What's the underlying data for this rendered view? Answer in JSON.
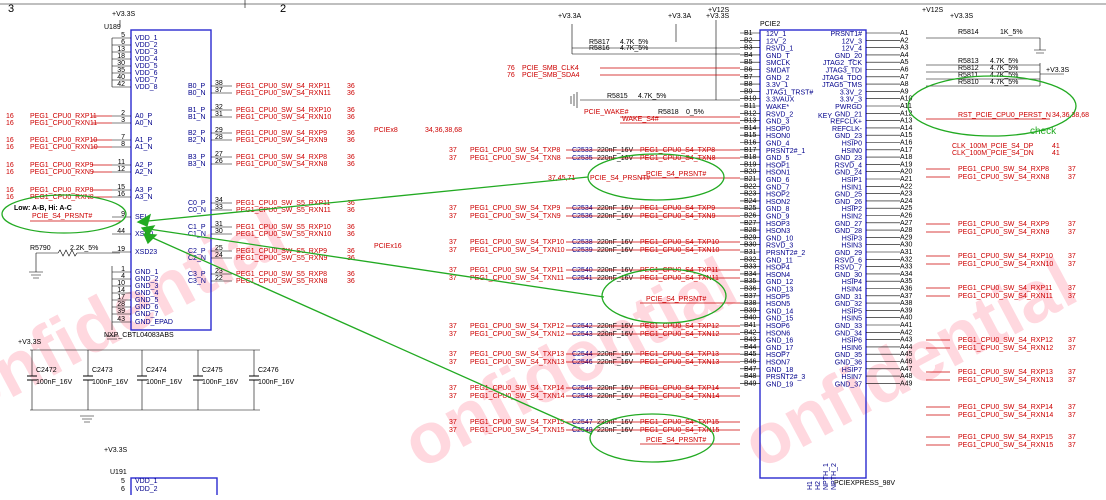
{
  "grid": {
    "col_left": "3",
    "col_right": "2"
  },
  "power": {
    "v33": "+V3.3S",
    "v33a": "+V3.3A",
    "v12": "+V12S"
  },
  "u189": {
    "ref": "U189",
    "part": "NXP_CBTL04083ABS",
    "left_pins": [
      {
        "num": "5",
        "name": "VDD_1"
      },
      {
        "num": "6",
        "name": "VDD_2"
      },
      {
        "num": "13",
        "name": "VDD_3"
      },
      {
        "num": "18",
        "name": "VDD_4"
      },
      {
        "num": "30",
        "name": "VDD_5"
      },
      {
        "num": "35",
        "name": "VDD_6"
      },
      {
        "num": "40",
        "name": "VDD_7"
      },
      {
        "num": "42",
        "name": "VDD_8"
      },
      {
        "num": "2",
        "name": "A0_P"
      },
      {
        "num": "3",
        "name": "A0_N"
      },
      {
        "num": "7",
        "name": "A1_P"
      },
      {
        "num": "8",
        "name": "A1_N"
      },
      {
        "num": "11",
        "name": "A2_P"
      },
      {
        "num": "12",
        "name": "A2_N"
      },
      {
        "num": "15",
        "name": "A3_P"
      },
      {
        "num": "16",
        "name": "A3_N"
      },
      {
        "num": "9",
        "name": "SEL"
      },
      {
        "num": "44",
        "name": "XSD0"
      },
      {
        "num": "19",
        "name": "XSD23"
      },
      {
        "num": "1",
        "name": "GND_1"
      },
      {
        "num": "4",
        "name": "GND_2"
      },
      {
        "num": "10",
        "name": "GND_3"
      },
      {
        "num": "14",
        "name": "GND_4"
      },
      {
        "num": "17",
        "name": "GND_5"
      },
      {
        "num": "28",
        "name": "GND_6"
      },
      {
        "num": "39",
        "name": "GND_7"
      },
      {
        "num": "43",
        "name": "GND_EPAD"
      }
    ],
    "right_pins": [
      {
        "num": "38",
        "name": "B0_P",
        "net": "PEG1_CPU0_SW_S4_RXP11",
        "ref": "36"
      },
      {
        "num": "37",
        "name": "B0_N",
        "net": "PEG1_CPU0_SW_S4_RXN11",
        "ref": "36"
      },
      {
        "num": "32",
        "name": "B1_P",
        "net": "PEG1_CPU0_SW_S4_RXP10",
        "ref": "36"
      },
      {
        "num": "31",
        "name": "B1_N",
        "net": "PEG1_CPU0_SW_S4_RXN10",
        "ref": "36"
      },
      {
        "num": "29",
        "name": "B2_P",
        "net": "PEG1_CPU0_SW_S4_RXP9",
        "ref": "36"
      },
      {
        "num": "28",
        "name": "B2_N",
        "net": "PEG1_CPU0_SW_S4_RXN9",
        "ref": "36"
      },
      {
        "num": "27",
        "name": "B3_P",
        "net": "PEG1_CPU0_SW_S4_RXP8",
        "ref": "36"
      },
      {
        "num": "26",
        "name": "B3_N",
        "net": "PEG1_CPU0_SW_S4_RXN8",
        "ref": "36"
      },
      {
        "num": "34",
        "name": "C0_P",
        "net": "PEG1_CPU0_SW_S5_RXP11",
        "ref": "36"
      },
      {
        "num": "33",
        "name": "C0_N",
        "net": "PEG1_CPU0_SW_S5_RXN11",
        "ref": "36"
      },
      {
        "num": "31",
        "name": "C1_P",
        "net": "PEG1_CPU0_SW_S5_RXP10",
        "ref": "36"
      },
      {
        "num": "30",
        "name": "C1_N",
        "net": "PEG1_CPU0_SW_S5_RXN10",
        "ref": "36"
      },
      {
        "num": "25",
        "name": "C2_P",
        "net": "PEG1_CPU0_SW_S5_RXP9",
        "ref": "36"
      },
      {
        "num": "24",
        "name": "C2_N",
        "net": "PEG1_CPU0_SW_S5_RXN9",
        "ref": "36"
      },
      {
        "num": "23",
        "name": "C3_P",
        "net": "PEG1_CPU0_SW_S5_RXP8",
        "ref": "36"
      },
      {
        "num": "22",
        "name": "C3_N",
        "net": "PEG1_CPU0_SW_S5_RXN8",
        "ref": "36"
      }
    ],
    "left_nets": [
      {
        "ref": "16",
        "net": "PEG1_CPU0_RXP11"
      },
      {
        "ref": "16",
        "net": "PEG1_CPU0_RXN11"
      },
      {
        "ref": "16",
        "net": "PEG1_CPU0_RXP10"
      },
      {
        "ref": "16",
        "net": "PEG1_CPU0_RXN10"
      },
      {
        "ref": "16",
        "net": "PEG1_CPU0_RXP9"
      },
      {
        "ref": "16",
        "net": "PEG1_CPU0_RXN9"
      },
      {
        "ref": "16",
        "net": "PEG1_CPU0_RXP8"
      },
      {
        "ref": "16",
        "net": "PEG1_CPU0_RXN8"
      }
    ],
    "sel_note": "Low: A-B, Hi: A-C",
    "sel_net": "PCIE_S4_PRSNT#",
    "res": {
      "ref": "R5790",
      "val": "2.2K_5%"
    },
    "pciex8": "PCIEx8",
    "pciex16": "PCIEx16",
    "ref_list": "34,36,38,68"
  },
  "caps": [
    {
      "ref": "C2472",
      "val": "100nF_16V"
    },
    {
      "ref": "C2473",
      "val": "100nF_16V"
    },
    {
      "ref": "C2474",
      "val": "100nF_16V"
    },
    {
      "ref": "C2475",
      "val": "100nF_16V"
    },
    {
      "ref": "C2476",
      "val": "100nF_16V"
    }
  ],
  "u191": {
    "ref": "U191",
    "pins": [
      {
        "num": "5",
        "name": "VDD_1"
      },
      {
        "num": "6",
        "name": "VDD_2"
      }
    ]
  },
  "pcie2": {
    "ref": "PCIE2",
    "part": "PCIEXPRESS_98V",
    "key": "KEY",
    "b_side": [
      "12V_1",
      "12V_2",
      "RSVD_1",
      "GND_T",
      "SMCLK",
      "SMDAT",
      "GND_2",
      "3.3V_1",
      "JTAG1_TRST#",
      "3.3VAUX",
      "WAKE*",
      "RSVD_2",
      "GND_3",
      "HSOP0",
      "HSON0",
      "GND_4",
      "PRSNT2#_1",
      "GND_5",
      "HSOP1",
      "HSON1",
      "GND_6",
      "GND_7",
      "HSOP2",
      "HSON2",
      "GND_8",
      "GND_9",
      "HSOP3",
      "HSON3",
      "GND_10",
      "RSVD_3",
      "PRSNT2#_2",
      "GND_11",
      "HSOP4",
      "HSON4",
      "GND_12",
      "GND_13",
      "HSOP5",
      "HSON5",
      "GND_14",
      "GND_15",
      "HSOP6",
      "HSON6",
      "GND_16",
      "GND_17",
      "HSOP7",
      "HSON7",
      "GND_18",
      "PRSNT2#_3",
      "GND_19"
    ],
    "b_nums": [
      "B1",
      "B2",
      "B3",
      "B4",
      "B5",
      "B6",
      "B7",
      "B8",
      "B9",
      "B10",
      "B11",
      "B12",
      "B13",
      "B14",
      "B15",
      "B16",
      "B17",
      "B18",
      "B19",
      "B20",
      "B21",
      "B22",
      "B23",
      "B24",
      "B25",
      "B26",
      "B27",
      "B28",
      "B29",
      "B30",
      "B31",
      "B32",
      "B33",
      "B34",
      "B35",
      "B36",
      "B37",
      "B38",
      "B39",
      "B40",
      "B41",
      "B42",
      "B43",
      "B44",
      "B45",
      "B46",
      "B47",
      "B48",
      "B49"
    ],
    "a_side": [
      "PRSNT1#",
      "12V_3",
      "12V_4",
      "GND_20",
      "JTAG2_TCK",
      "JTAG3_TDI",
      "JTAG4_TDO",
      "JTAG5_TMS",
      "3.3V_2",
      "3.3V_3",
      "PWRGD",
      "GND_21",
      "REFCLK+",
      "REFCLK-",
      "GND_23",
      "HSIP0",
      "HSIN0",
      "GND_23",
      "RSVD_4",
      "GND_24",
      "HSIP1",
      "HSIN1",
      "GND_25",
      "GND_26",
      "HSIP2",
      "HSIN2",
      "GND_27",
      "GND_28",
      "HSIP3",
      "HSIN3",
      "GND_29",
      "RSVD_6",
      "RSVD_7",
      "GND_30",
      "HSIP4",
      "HSIN4",
      "GND_31",
      "GND_32",
      "HSIP5",
      "HSIN5",
      "GND_33",
      "GND_34",
      "HSIP6",
      "HSIN6",
      "GND_35",
      "GND_36",
      "HSIP7",
      "HSIN7",
      "GND_37"
    ],
    "a_nums": [
      "A1",
      "A2",
      "A3",
      "A4",
      "A5",
      "A6",
      "A7",
      "A8",
      "A9",
      "A10",
      "A11",
      "A12",
      "A13",
      "A14",
      "A15",
      "A16",
      "A17",
      "A18",
      "A19",
      "A20",
      "A21",
      "A22",
      "A23",
      "A24",
      "A25",
      "A26",
      "A27",
      "A28",
      "A29",
      "A30",
      "A31",
      "A32",
      "A33",
      "A34",
      "A35",
      "A36",
      "A37",
      "A38",
      "A39",
      "A40",
      "A41",
      "A42",
      "A43",
      "A44",
      "A45",
      "A46",
      "A47",
      "A48",
      "A49"
    ],
    "bottom": [
      "H1",
      "H2",
      "NPTH_1",
      "NPTH_2"
    ]
  },
  "left_conn": {
    "pull": [
      {
        "ref": "R5817",
        "val": "4.7K_5%"
      },
      {
        "ref": "R5816",
        "val": "4.7K_5%"
      },
      {
        "ref": "R5815",
        "val": "4.7K_5%"
      },
      {
        "ref": "R5818",
        "val": "0_5%"
      }
    ],
    "smb": [
      {
        "ref": "76",
        "net": "PCIE_SMB_CLK4"
      },
      {
        "ref": "76",
        "net": "PCIE_SMB_SDA4"
      }
    ],
    "wake": [
      "PCIE_WAKE#",
      "WAKE_S4#"
    ],
    "prsnt_refs": "37,45,71",
    "prsnt": "PCIE_S4_PRSNT#",
    "tx": [
      {
        "ref": "37",
        "net": "PEG1_CPU0_SW_S4_TXP8",
        "cap": "C2533",
        "cv": "220nF_16V",
        "out": "PEG1_CPU0_S4_TXP8",
        "b": "B14"
      },
      {
        "ref": "37",
        "net": "PEG1_CPU0_SW_S4_TXN8",
        "cap": "C2535",
        "cv": "220nF_16V",
        "out": "PEG1_CPU0_S4_TXN8",
        "b": "B15"
      },
      {
        "ref": "37",
        "net": "PEG1_CPU0_SW_S4_TXP9",
        "cap": "C2534",
        "cv": "220nF_16V",
        "out": "PEG1_CPU0_S4_TXP9",
        "b": "B19"
      },
      {
        "ref": "37",
        "net": "PEG1_CPU0_SW_S4_TXN9",
        "cap": "C2536",
        "cv": "220nF_16V",
        "out": "PEG1_CPU0_S4_TXN9",
        "b": "B20"
      },
      {
        "ref": "37",
        "net": "PEG1_CPU0_SW_S4_TXP10",
        "cap": "C2538",
        "cv": "220nF_16V",
        "out": "PEG1_CPU0_S4_TXP10",
        "b": "B23"
      },
      {
        "ref": "37",
        "net": "PEG1_CPU0_SW_S4_TXN10",
        "cap": "C2539",
        "cv": "220nF_16V",
        "out": "PEG1_CPU0_S4_TXN10",
        "b": "B24"
      },
      {
        "ref": "37",
        "net": "PEG1_CPU0_SW_S4_TXP11",
        "cap": "C2540",
        "cv": "220nF_16V",
        "out": "PEG1_CPU0_S4_TXP11",
        "b": "B27"
      },
      {
        "ref": "37",
        "net": "PEG1_CPU0_SW_S4_TXN11",
        "cap": "C2541",
        "cv": "220nF_16V",
        "out": "PEG1_CPU0_S4_TXN11",
        "b": "B28"
      },
      {
        "ref": "37",
        "net": "PEG1_CPU0_SW_S4_TXP12",
        "cap": "C2542",
        "cv": "220nF_16V",
        "out": "PEG1_CPU0_S4_TXP12",
        "b": "B33"
      },
      {
        "ref": "37",
        "net": "PEG1_CPU0_SW_S4_TXN12",
        "cap": "C2543",
        "cv": "220nF_16V",
        "out": "PEG1_CPU0_S4_TXN12",
        "b": "B34"
      },
      {
        "ref": "37",
        "net": "PEG1_CPU0_SW_S4_TXP13",
        "cap": "C2544",
        "cv": "220nF_16V",
        "out": "PEG1_CPU0_S4_TXP13",
        "b": "B37"
      },
      {
        "ref": "37",
        "net": "PEG1_CPU0_SW_S4_TXN13",
        "cap": "C2546",
        "cv": "220nF_16V",
        "out": "PEG1_CPU0_S4_TXN13",
        "b": "B38"
      },
      {
        "ref": "37",
        "net": "PEG1_CPU0_SW_S4_TXP14",
        "cap": "C2545",
        "cv": "220nF_16V",
        "out": "PEG1_CPU0_S4_TXP14",
        "b": "B41"
      },
      {
        "ref": "37",
        "net": "PEG1_CPU0_SW_S4_TXN14",
        "cap": "C2548",
        "cv": "220nF_16V",
        "out": "PEG1_CPU0_S4_TXN14",
        "b": "B42"
      },
      {
        "ref": "37",
        "net": "PEG1_CPU0_SW_S4_TXP15",
        "cap": "C2547",
        "cv": "220nF_16V",
        "out": "PEG1_CPU0_S4_TXP15",
        "b": "B45"
      },
      {
        "ref": "37",
        "net": "PEG1_CPU0_SW_S4_TXN15",
        "cap": "C2549",
        "cv": "220nF_16V",
        "out": "PEG1_CPU0_S4_TXN15",
        "b": "B46"
      }
    ]
  },
  "right_conn": {
    "res": [
      {
        "ref": "R5814",
        "val": "1K_5%"
      },
      {
        "ref": "R5813",
        "val": "4.7K_5%"
      },
      {
        "ref": "R5812",
        "val": "4.7K_5%"
      },
      {
        "ref": "R5811",
        "val": "4.7K_5%"
      },
      {
        "ref": "R5810",
        "val": "4.7K_5%"
      }
    ],
    "rst": "RST_PCIE_CPU0_PERST_N",
    "rst_ref": "34,36,38,68",
    "check": "check",
    "clk": [
      {
        "net": "CLK_100M_PCIE_S4_DP",
        "ref": "41"
      },
      {
        "net": "CLK_100M_PCIE_S4_DN",
        "ref": "41"
      }
    ],
    "rx": [
      {
        "net": "PEG1_CPU0_SW_S4_RXP8",
        "ref": "37"
      },
      {
        "net": "PEG1_CPU0_SW_S4_RXN8",
        "ref": "37"
      },
      {
        "net": "PEG1_CPU0_SW_S4_RXP9",
        "ref": "37"
      },
      {
        "net": "PEG1_CPU0_SW_S4_RXN9",
        "ref": "37"
      },
      {
        "net": "PEG1_CPU0_SW_S4_RXP10",
        "ref": "37"
      },
      {
        "net": "PEG1_CPU0_SW_S4_RXN10",
        "ref": "37"
      },
      {
        "net": "PEG1_CPU0_SW_S4_RXP11",
        "ref": "37"
      },
      {
        "net": "PEG1_CPU0_SW_S4_RXN11",
        "ref": "37"
      },
      {
        "net": "PEG1_CPU0_SW_S4_RXP12",
        "ref": "37"
      },
      {
        "net": "PEG1_CPU0_SW_S4_RXN12",
        "ref": "37"
      },
      {
        "net": "PEG1_CPU0_SW_S4_RXP13",
        "ref": "37"
      },
      {
        "net": "PEG1_CPU0_SW_S4_RXN13",
        "ref": "37"
      },
      {
        "net": "PEG1_CPU0_SW_S4_RXP14",
        "ref": "37"
      },
      {
        "net": "PEG1_CPU0_SW_S4_RXN14",
        "ref": "37"
      },
      {
        "net": "PEG1_CPU0_SW_S4_RXP15",
        "ref": "37"
      },
      {
        "net": "PEG1_CPU0_SW_S4_RXN15",
        "ref": "37"
      }
    ]
  },
  "watermark": [
    "onfidential",
    "onfidential",
    "onfidential"
  ]
}
